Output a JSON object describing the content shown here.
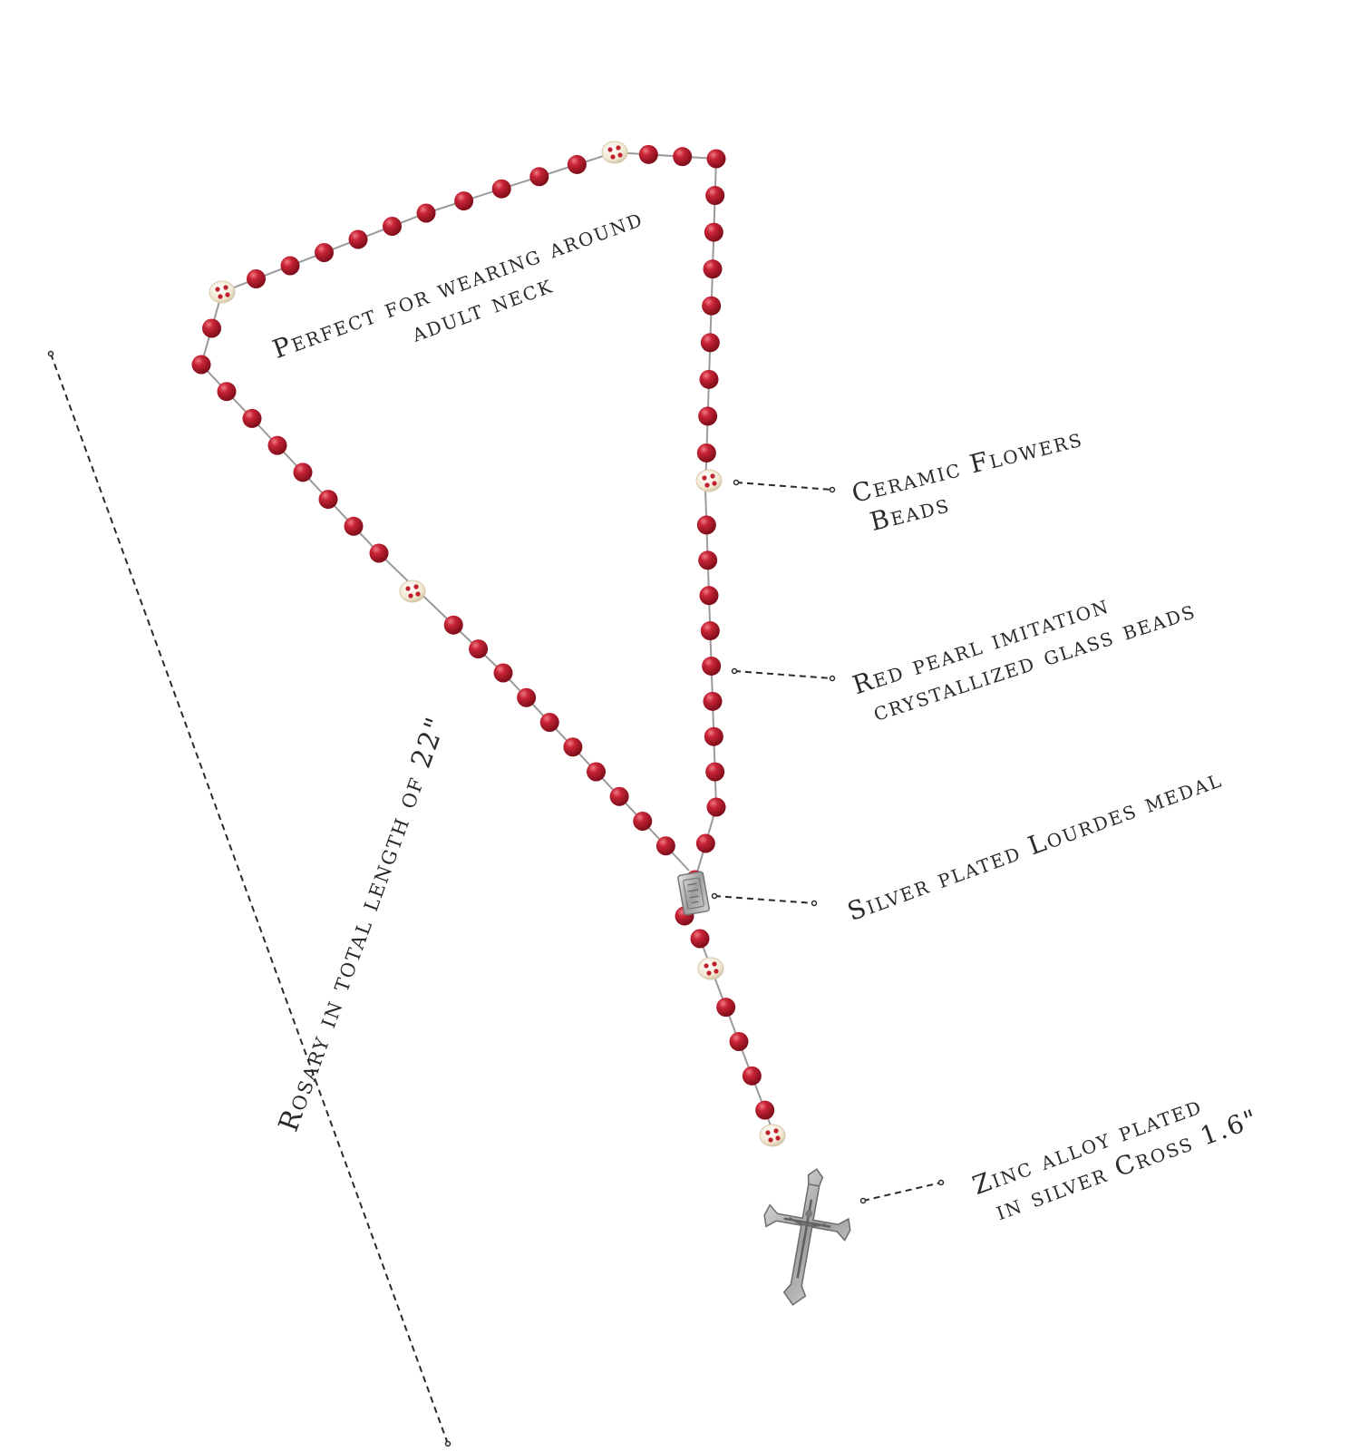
{
  "colors": {
    "background": "#ffffff",
    "bead_red": "#b3172a",
    "bead_highlight": "#e25a66",
    "ceramic_bead": "#f3ead8",
    "ceramic_flower": "#c0202e",
    "chain_silver": "#9a9a9a",
    "metal_silver": "#b8b8b8",
    "text": "#2a2a2a",
    "dash_line": "#2a2a2a"
  },
  "labels": {
    "neck": {
      "line1": "Perfect for wearing around",
      "line2": "adult neck"
    },
    "ceramic": {
      "line1": "Ceramic Flowers",
      "line2": "Beads"
    },
    "glass": {
      "line1": "Red pearl imitation",
      "line2": "crystallized glass beads"
    },
    "medal": {
      "line1": "Silver plated Lourdes medal"
    },
    "cross": {
      "line1": "Zinc alloy plated",
      "line2": "in silver Cross  1.6\""
    },
    "length": {
      "line1": "Rosary in total length of 22\""
    }
  }
}
